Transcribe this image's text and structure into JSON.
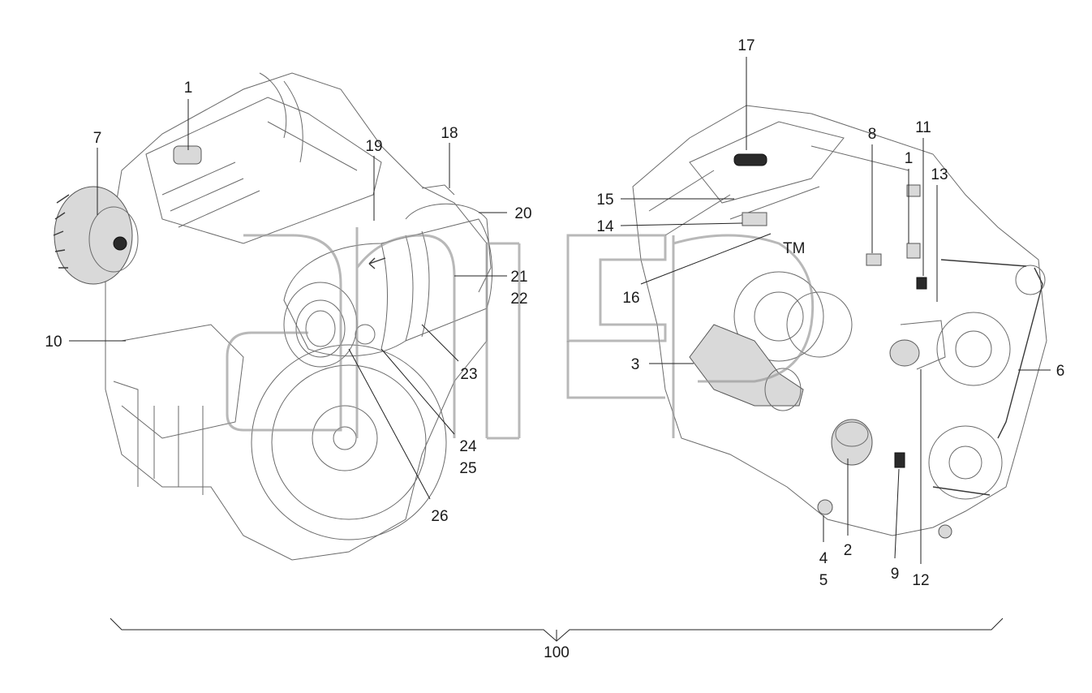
{
  "labels": {
    "l1a": "1",
    "l7": "7",
    "l19": "19",
    "l18": "18",
    "l20": "20",
    "l21": "21",
    "l22": "22",
    "l23": "23",
    "l24": "24",
    "l25": "25",
    "l26": "26",
    "l10": "10",
    "l17": "17",
    "l8": "8",
    "l11": "11",
    "l1b": "1",
    "l13": "13",
    "l15": "15",
    "l14": "14",
    "l16": "16",
    "l3": "3",
    "l6": "6",
    "l2": "2",
    "l4": "4",
    "l5": "5",
    "l9": "9",
    "l12": "12",
    "l100": "100"
  },
  "watermark": {
    "trademark": "TM"
  },
  "colors": {
    "line": "#6a6a6a",
    "label": "#1a1a1a",
    "background": "#ffffff"
  }
}
